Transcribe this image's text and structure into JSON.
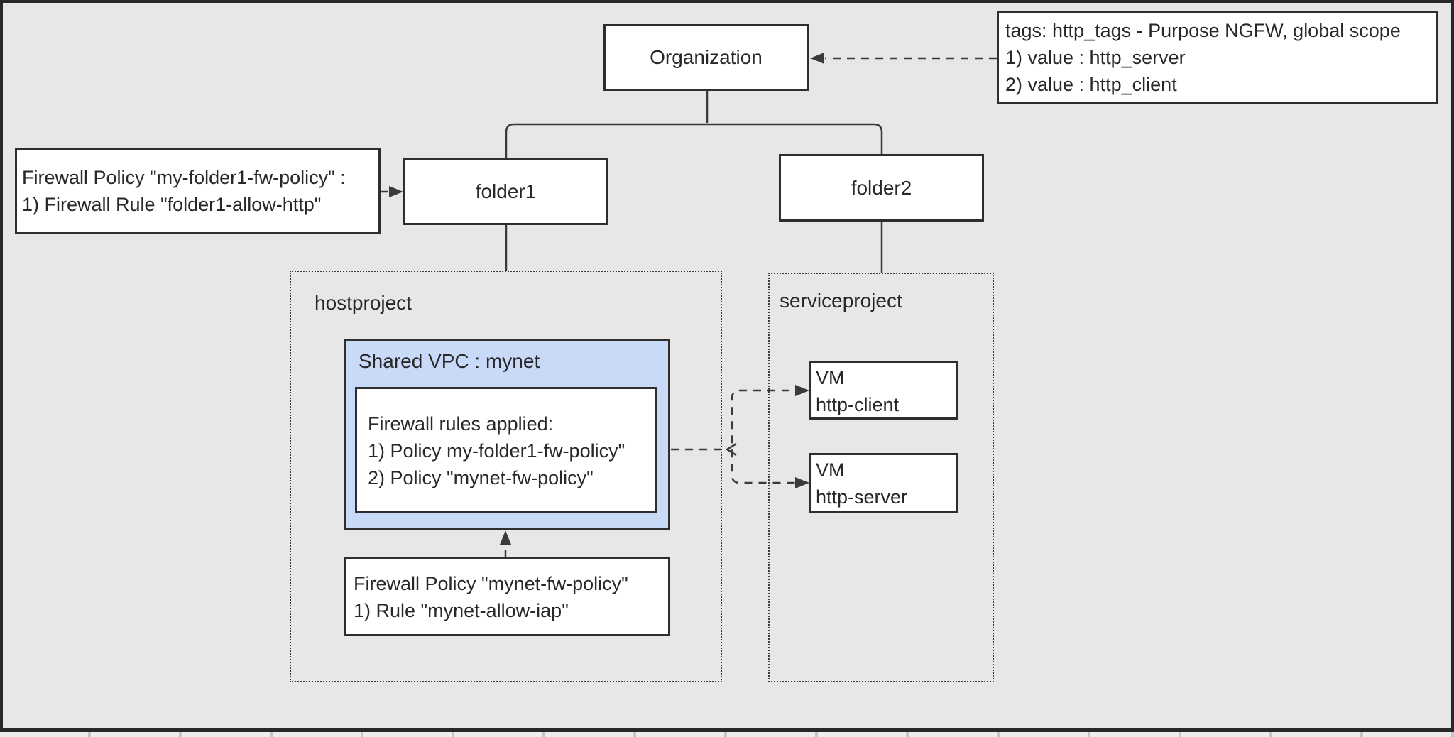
{
  "canvas": {
    "background_color": "#e7e7e7",
    "frame_color": "#282828",
    "node_fill": "#ffffff",
    "node_border": "#2e2e2e",
    "vpc_fill": "#c9daf8",
    "connector_color": "#3a3a3a"
  },
  "nodes": {
    "organization": {
      "label": "Organization"
    },
    "folder1": {
      "label": "folder1"
    },
    "folder2": {
      "label": "folder2"
    },
    "hostproject": {
      "label": "hostproject"
    },
    "serviceproject": {
      "label": "serviceproject"
    },
    "shared_vpc": {
      "label": "Shared VPC : mynet"
    },
    "vm_client": {
      "line1": "VM",
      "line2": "http-client"
    },
    "vm_server": {
      "line1": "VM",
      "line2": "http-server"
    }
  },
  "notes": {
    "org_tags": {
      "lines": [
        "tags: http_tags - Purpose NGFW, global scope",
        "1) value : http_server",
        "2) value : http_client"
      ]
    },
    "folder1_policy": {
      "lines": [
        "Firewall Policy \"my-folder1-fw-policy\" :",
        "1) Firewall Rule \"folder1-allow-http\""
      ]
    },
    "vpc_rules": {
      "lines": [
        "Firewall rules applied:",
        "1) Policy my-folder1-fw-policy\"",
        "2) Policy \"mynet-fw-policy\""
      ]
    },
    "mynet_policy": {
      "lines": [
        "Firewall Policy \"mynet-fw-policy\"",
        "1) Rule \"mynet-allow-iap\""
      ]
    }
  }
}
